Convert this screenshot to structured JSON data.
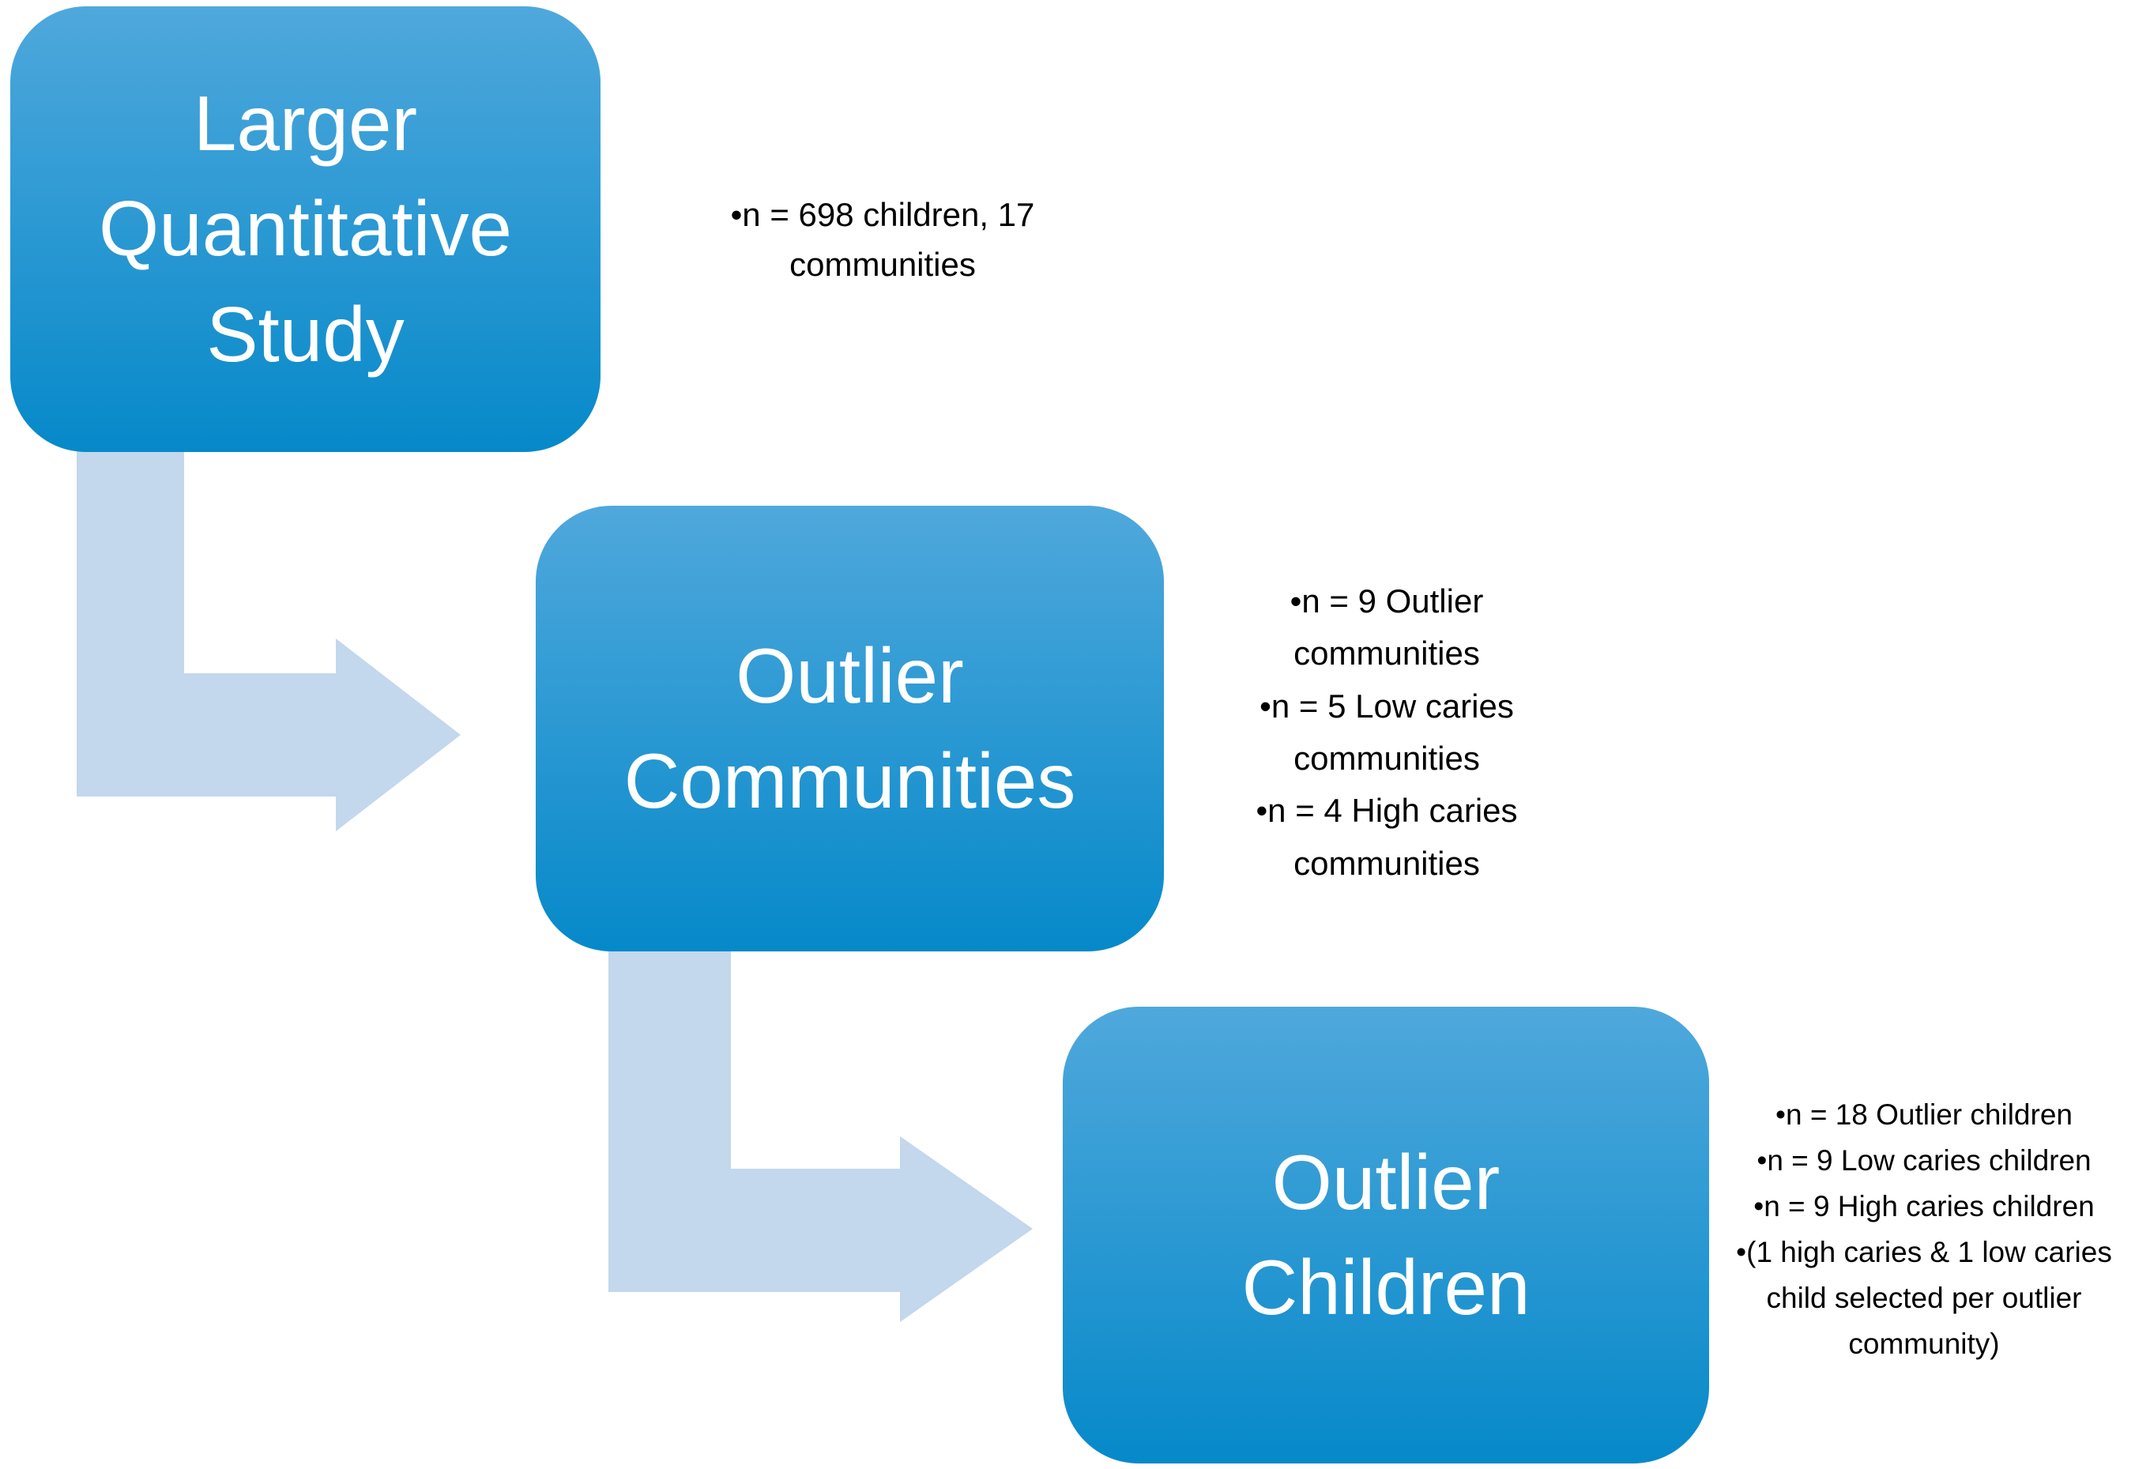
{
  "colors": {
    "background": "#FFFFFF",
    "box_gradient_top": "#4FA8DC",
    "box_gradient_bottom": "#0689C9",
    "arrow_fill": "#C3D7ED",
    "box_text": "#FFFFFF",
    "annotation_text": "#000000"
  },
  "bullet_char": "•",
  "diagram": {
    "boxes": [
      {
        "id": "larger-quantitative-study",
        "lines": [
          "Larger",
          "Quantitative",
          "Study"
        ]
      },
      {
        "id": "outlier-communities",
        "lines": [
          "Outlier",
          "Communities"
        ]
      },
      {
        "id": "outlier-children",
        "lines": [
          "Outlier",
          "Children"
        ]
      }
    ],
    "annotations": [
      {
        "for": "larger-quantitative-study",
        "lines": [
          {
            "bullet": true,
            "text": "n = 698 children, 17"
          },
          {
            "bullet": false,
            "text": "communities"
          }
        ]
      },
      {
        "for": "outlier-communities",
        "lines": [
          {
            "bullet": true,
            "text": "n = 9 Outlier"
          },
          {
            "bullet": false,
            "text": "communities"
          },
          {
            "bullet": true,
            "text": "n = 5 Low caries"
          },
          {
            "bullet": false,
            "text": "communities"
          },
          {
            "bullet": true,
            "text": "n = 4 High caries"
          },
          {
            "bullet": false,
            "text": "communities"
          }
        ]
      },
      {
        "for": "outlier-children",
        "lines": [
          {
            "bullet": true,
            "text": "n = 18 Outlier children"
          },
          {
            "bullet": true,
            "text": "n = 9 Low caries children"
          },
          {
            "bullet": true,
            "text": "n = 9 High caries children"
          },
          {
            "bullet": true,
            "text": "(1 high caries & 1 low caries"
          },
          {
            "bullet": false,
            "text": "child selected per outlier"
          },
          {
            "bullet": false,
            "text": "community)"
          }
        ]
      }
    ]
  }
}
